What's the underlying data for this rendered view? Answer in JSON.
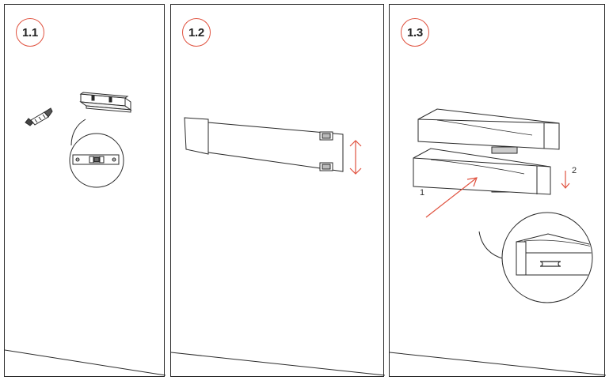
{
  "panels": [
    {
      "step": "1.1"
    },
    {
      "step": "1.2"
    },
    {
      "step": "1.3",
      "labels": {
        "first": "1",
        "second": "2"
      }
    }
  ],
  "colors": {
    "accent": "#e0523f",
    "line": "#2a2a2a"
  }
}
